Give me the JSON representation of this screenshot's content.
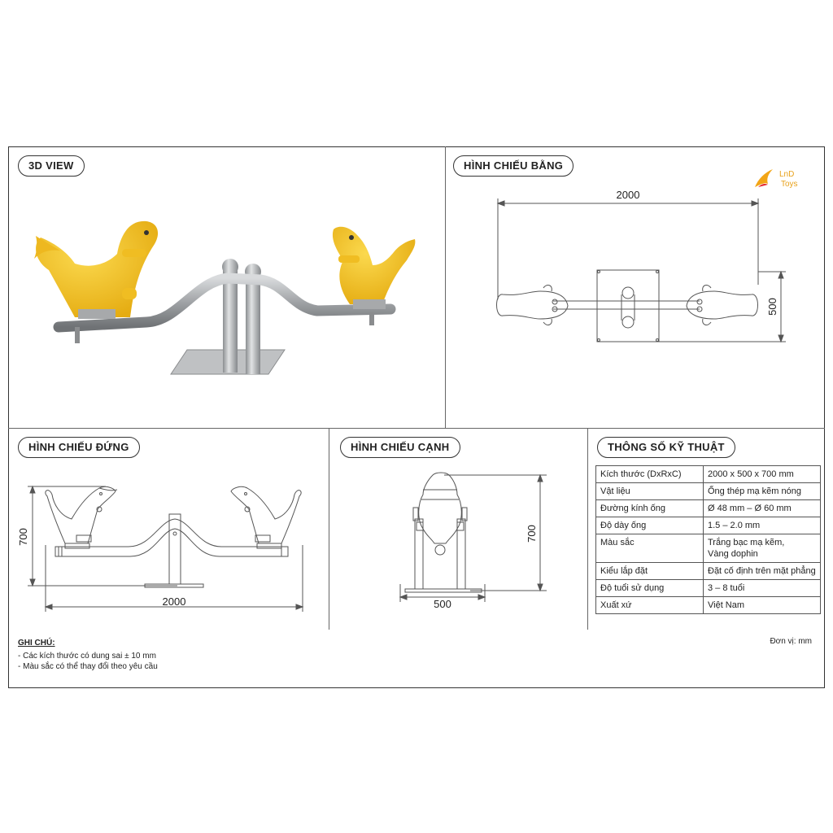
{
  "panels": {
    "view3d": "3D VIEW",
    "top": "HÌNH CHIẾU BẰNG",
    "front": "HÌNH CHIẾU ĐỨNG",
    "side": "HÌNH CHIẾU CẠNH",
    "specs": "THÔNG SỐ KỸ THUẬT"
  },
  "brand": {
    "line1": "LnD",
    "line2": "Toys",
    "accent": "#f2a516"
  },
  "dimensions": {
    "top_width": "2000",
    "top_depth": "500",
    "front_height": "700",
    "front_width": "2000",
    "side_height": "700",
    "side_width": "500"
  },
  "specs": [
    {
      "key": "Kích thước (DxRxC)",
      "value": "2000 x 500 x 700 mm"
    },
    {
      "key": "Vật liệu",
      "value": "Ống thép mạ kẽm nóng"
    },
    {
      "key": "Đường kính ống",
      "value": "Ø 48 mm – Ø 60 mm"
    },
    {
      "key": "Độ dày ống",
      "value": "1.5 – 2.0 mm"
    },
    {
      "key": "Màu sắc",
      "value": "Trắng bạc mạ kẽm,",
      "value2": "Vàng dophin"
    },
    {
      "key": "Kiểu lắp đặt",
      "value": "Đặt cố định trên mặt phẳng"
    },
    {
      "key": "Độ tuổi sử dụng",
      "value": "3 – 8 tuổi"
    },
    {
      "key": "Xuất xứ",
      "value": "Việt Nam"
    }
  ],
  "notes": {
    "title": "GHI CHÚ:",
    "line1": "- Các kích thước có dung sai ± 10 mm",
    "line2": "- Màu sắc có thể thay đổi theo yêu cầu"
  },
  "unit": "Đơn vị: mm",
  "colors": {
    "dolphin_yellow": "#f2c12e",
    "steel": "#a9abad",
    "line": "#555555"
  }
}
